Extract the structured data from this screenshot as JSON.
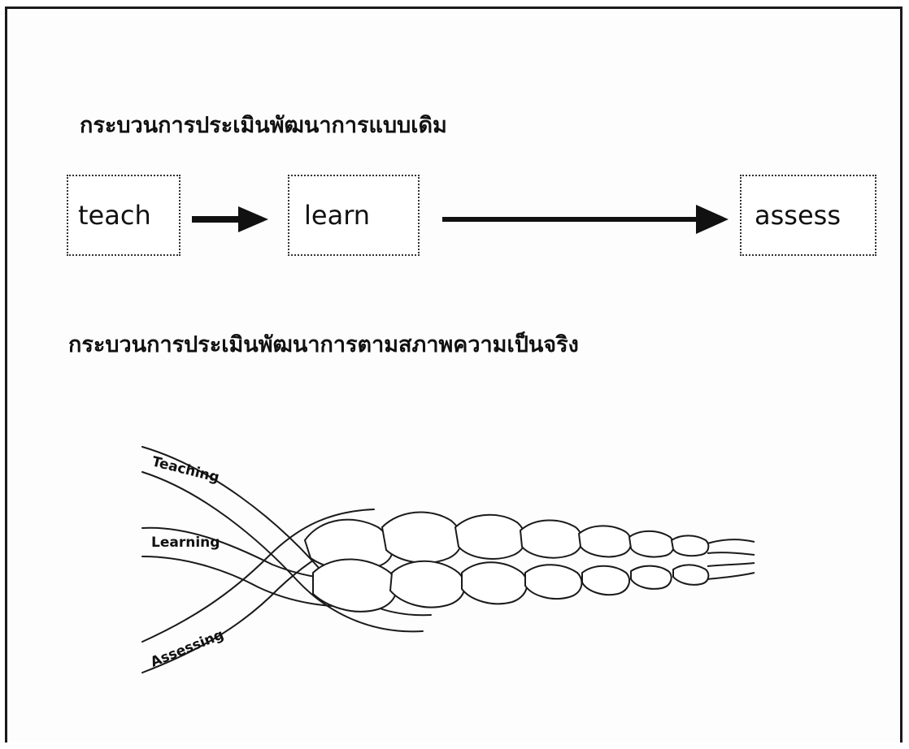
{
  "heading_traditional": "กระบวนการประเมินพัฒนาการแบบเดิม",
  "flow": {
    "teach": "teach",
    "learn": "learn",
    "assess": "assess"
  },
  "heading_authentic": "กระบวนการประเมินพัฒนาการตามสภาพความเป็นจริง",
  "braid": {
    "teaching": "Teaching",
    "learning": "Learning",
    "assessing": "Assessing"
  }
}
